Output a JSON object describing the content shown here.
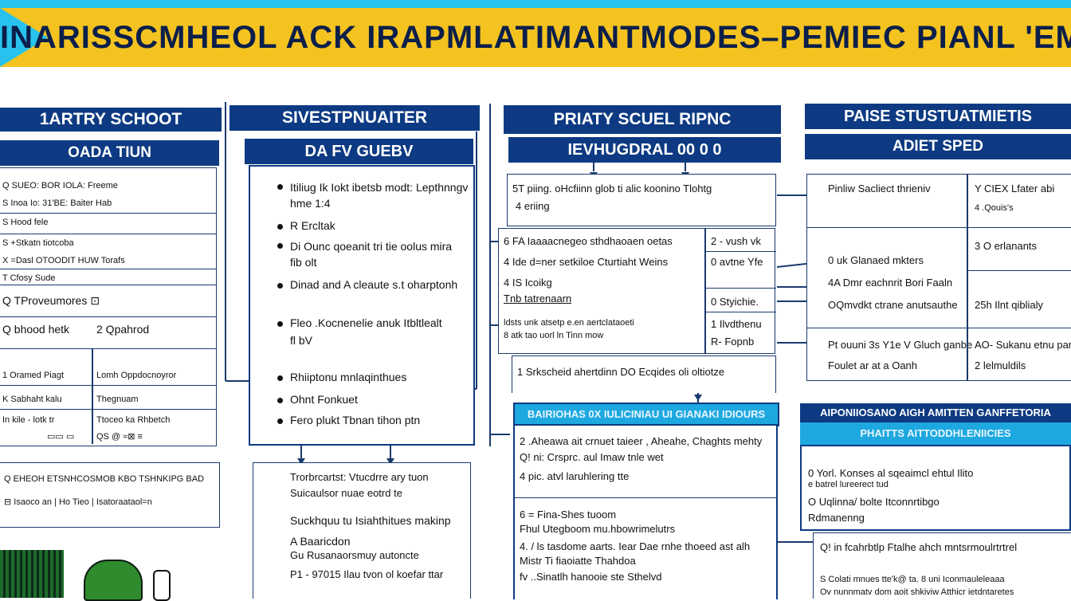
{
  "banner": {
    "title": "INARISSCMHEOL ACK IRAPMLATIMANTMODES–PEMIEC  PIANL 'EMEATI"
  },
  "col1": {
    "header": "1ARTRY SCHOOT",
    "subheader": "OADA TIUN",
    "rows": [
      "Q SUEO: BOR IOLA: Freeme",
      "S Inoa Io: 31'BE: Baiter Hab",
      "S Hood fele",
      "S +Stkatn tiotcoba",
      "X =Dasl OTOODIT HUW Torafs",
      "T Cfosy Sude",
      "Q TProveumores ⊡",
      "Q bhood hetk",
      "2 Qpahrod",
      "1 Oramed Piagt",
      "Lomh Oppdocnoyror",
      "K Sabhaht kalu",
      "Thegnuam",
      "In kile - lotk tr",
      "Ttoceo ka Rhbetch",
      "▭▭ ▭",
      "QS @ ≈⊠ ≡"
    ],
    "lower_lines": [
      "Q EHEOH ETSNHCOSMOB KBO TSHNKIPG BAD",
      "⊟ Isaoco an | Ho Tieo | Isatoraataol=n"
    ]
  },
  "col2": {
    "header": "SIVESTPNUAITER",
    "subheader": "DA FV GUEBV",
    "bullets": [
      "Itiliug Ik Iokt ibetsb modt: Lepthnngv hme 1:4",
      "R Ercltak",
      "Di Ounc qoeanit tri tie oolus mira fib olt",
      "Dinad and A cleaute s.t oharptonh",
      "Fleo .Kocnenelie anuk Itbltlealt",
      "fl bV",
      "Rhiiptonu mnlaqinthues",
      "Ohnt Fonkuet",
      "Fero plukt Tbnan tihon ptn"
    ],
    "lower_lines": [
      "Trorbrcartst: Vtucdrre ary tuon",
      "Suicaulsor nuae eotrd te",
      "Suckhquu tu Isiahthitues makinp",
      "A Baaricdon",
      "Gu Rusanaorsmuy autoncte",
      "P1 - 97015 Ilau tvon ol koefar ttar"
    ]
  },
  "col3": {
    "header": "PRIATY SCUEL RIPNC",
    "subheader": "IEVHUGDRAL 00 0 0",
    "top_text": [
      "5T piing. oHcfiinn glob ti alic koonino Tlohtg",
      "4 eriing"
    ],
    "rows_left": [
      "6 FA Iaaaacnegeo sthdhaoaen oetas",
      "4 Ide d=ner setkiloe Cturtiaht Weins",
      "4 IS Icoikg",
      "Tnb tatrenaarn",
      "ldsts unk atsetp e.en aertclataoeti",
      "8 atk tao uorl ln Tinn mow"
    ],
    "rows_right": [
      "2 - vush vk",
      "0 avtne Yfe",
      "0 Styichie.",
      "1 Ilvdthenu",
      "R- Fopnb"
    ],
    "mid_note": "1 Srkscheid ahertdinn DO Ecqides oli oltiotze",
    "section_header": "BAIRIOHAS 0X IULICINIAU UI GIANAKI IDIOURS",
    "section_lines": [
      "2 .Aheawa ait crnuet taieer , Aheahe, Chaghts mehty",
      "Q! ni: Crsprc. aul Imaw tnle wet",
      "4 pic. atvl laruhlering tte",
      "6 = Fina-Shes tuoom",
      "Fhul Utegboom mu.hbowrimelutrs",
      "4. / ls tasdome aarts. Iear Dae rnhe thoeed ast alh",
      "Mistr Ti fiaoiatte Thahdoa",
      "fv ..Sinatlh hanooie ste Sthelvd"
    ]
  },
  "col4": {
    "header": "PAISE STUSTUATMIETIS",
    "subheader": "ADIET SPED",
    "rows": [
      "Pinliw Sacliect thrieniv",
      "Y CIEX Lfater abi",
      "4 .Qouis's",
      "3 O erlanants",
      "0 uk Glanaed mkters",
      "4A Dmr eachnrit Bori Faaln",
      "OQmvdkt ctrane anutsauthe",
      "25h Ilnt qiblialy",
      "Pt ouuni 3s Y1e V Gluch ganbe",
      "AO- Sukanu etnu parie",
      "Foulet ar at a Oanh",
      "2 lelmuldils"
    ],
    "section_header": "AIPONIIOSANO AIGH AMITTEN GANFFETORIA",
    "section_subheader": "PHAITTS AITTODDHLENIICIES",
    "section_lines": [
      "0 Yorl. Konses al sqeaimcl ehtul Ilito",
      "e batrel lureerect tud",
      "O Uqlinna/ bolte Itconnrtibgo",
      "Rdmanenng"
    ],
    "footer_lines": [
      "Q! in fcahrbtlp Ftalhe ahch mntsrmoulrtrtrel",
      "S Colati mnues tte'k@ ta. 8 uni Iconmauleleaaa",
      "Ov nunnmatv dom aoit shkiviw Atthicr ietdntaretes"
    ]
  },
  "colors": {
    "navy": "#0d3a82",
    "cyan": "#27c3ee",
    "yellow": "#f4c320",
    "green": "#2e8b2e"
  }
}
